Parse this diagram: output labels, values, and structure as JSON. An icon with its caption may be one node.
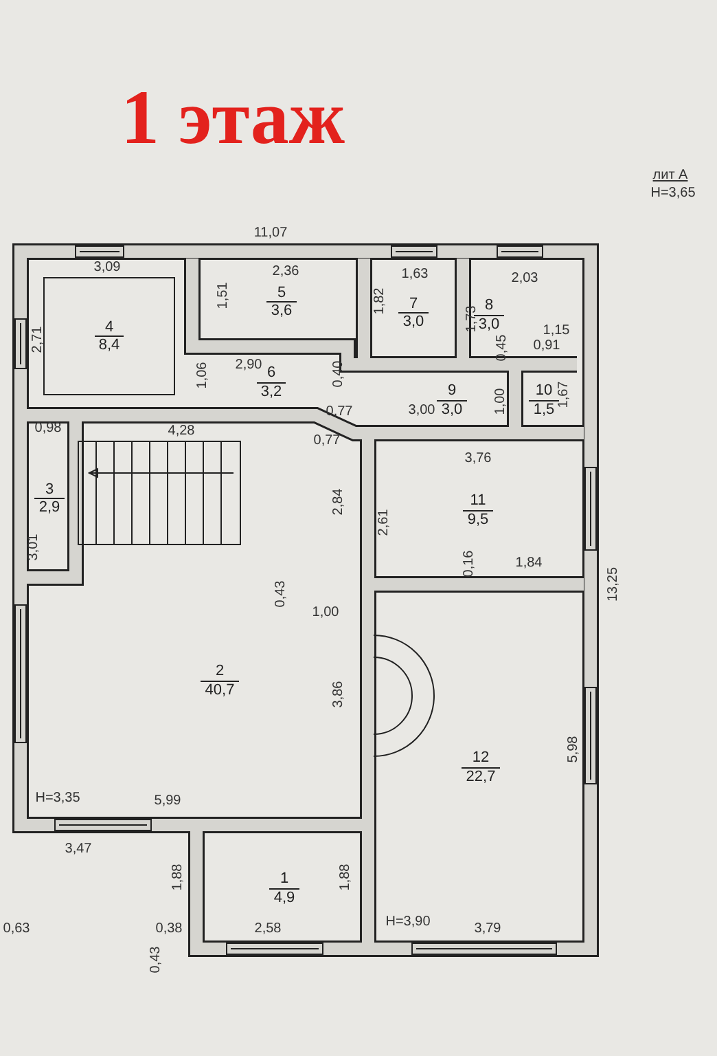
{
  "diagram": {
    "title": "1 этаж",
    "nodes": [
      {
        "text": [
          "4",
          "8,4"
        ]
      },
      {
        "text": [
          "5",
          "3,6"
        ]
      },
      {
        "text": [
          "7",
          "3,0"
        ]
      },
      {
        "text": [
          "8",
          "3,0"
        ]
      },
      {
        "text": [
          "6",
          "3,2"
        ]
      },
      {
        "text": [
          "9",
          "3,0"
        ]
      },
      {
        "text": [
          "10",
          "1,5"
        ]
      },
      {
        "text": [
          "3",
          "2,9"
        ]
      },
      {
        "text": [
          "2",
          "40,7"
        ]
      },
      {
        "text": [
          "11",
          "9,5"
        ]
      },
      {
        "text": [
          "12",
          "22,7"
        ]
      },
      {
        "text": [
          "1",
          "4,9"
        ]
      }
    ],
    "labels": [
      "лит А",
      "Н=3,65",
      "11,07",
      "3,09",
      "2,36",
      "1,63",
      "2,03",
      "2,71",
      "1,51",
      "1,82",
      "1,73",
      "1,15",
      "0,91",
      "0,45",
      "0,40",
      "2,90",
      "1,06",
      "1,00",
      "1,67",
      "0,77",
      "4,28",
      "3,00",
      "0,98",
      "0,77",
      "3,76",
      "2,84",
      "2,61",
      "3,01",
      "0,16",
      "1,84",
      "0,43",
      "1,00",
      "13,25",
      "3,86",
      "5,98",
      "Н=3,35",
      "5,99",
      "3,47",
      "1,88",
      "1,88",
      "0,63",
      "0,38",
      "2,58",
      "Н=3,90",
      "3,79",
      "0,43"
    ]
  }
}
